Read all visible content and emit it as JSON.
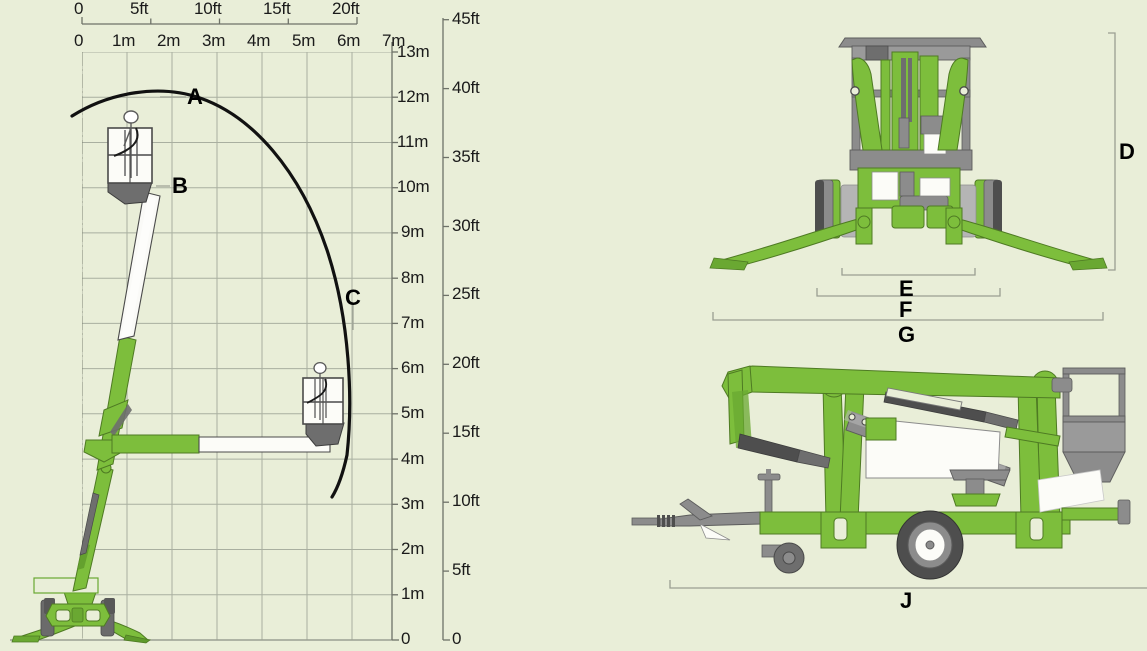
{
  "diagram": {
    "title": "Trailer-mounted articulated boom lift working envelope",
    "background_color": "#E9EED8",
    "machine_green": "#7DBE3C",
    "machine_green_dark": "#6AA832",
    "machine_gray": "#8C8C8C",
    "machine_gray_dark": "#595959",
    "grid_color": "#A9AFA0",
    "envelope_color": "#000000"
  },
  "envelope_view": {
    "top_scale": {
      "unit": "ft",
      "ticks": [
        {
          "label": "0",
          "value": 0
        },
        {
          "label": "5ft",
          "value": 5
        },
        {
          "label": "10ft",
          "value": 10
        },
        {
          "label": "15ft",
          "value": 15
        },
        {
          "label": "20ft",
          "value": 20
        }
      ]
    },
    "horizontal_scale": {
      "unit": "m",
      "ticks": [
        {
          "label": "0",
          "value": 0
        },
        {
          "label": "1m",
          "value": 1
        },
        {
          "label": "2m",
          "value": 2
        },
        {
          "label": "3m",
          "value": 3
        },
        {
          "label": "4m",
          "value": 4
        },
        {
          "label": "5m",
          "value": 5
        },
        {
          "label": "6m",
          "value": 6
        },
        {
          "label": "7m",
          "value": 7
        }
      ]
    },
    "vertical_scale_m": {
      "unit": "m",
      "ticks": [
        {
          "label": "0",
          "value": 0
        },
        {
          "label": "1m",
          "value": 1
        },
        {
          "label": "2m",
          "value": 2
        },
        {
          "label": "3m",
          "value": 3
        },
        {
          "label": "4m",
          "value": 4
        },
        {
          "label": "5m",
          "value": 5
        },
        {
          "label": "6m",
          "value": 6
        },
        {
          "label": "7m",
          "value": 7
        },
        {
          "label": "8m",
          "value": 8
        },
        {
          "label": "9m",
          "value": 9
        },
        {
          "label": "10m",
          "value": 10
        },
        {
          "label": "11m",
          "value": 11
        },
        {
          "label": "12m",
          "value": 12
        },
        {
          "label": "13m",
          "value": 13
        }
      ]
    },
    "vertical_scale_ft": {
      "unit": "ft",
      "ticks": [
        {
          "label": "0",
          "value": 0
        },
        {
          "label": "5ft",
          "value": 5
        },
        {
          "label": "10ft",
          "value": 10
        },
        {
          "label": "15ft",
          "value": 15
        },
        {
          "label": "20ft",
          "value": 20
        },
        {
          "label": "25ft",
          "value": 25
        },
        {
          "label": "30ft",
          "value": 30
        },
        {
          "label": "35ft",
          "value": 35
        },
        {
          "label": "40ft",
          "value": 40
        },
        {
          "label": "45ft",
          "value": 45
        }
      ]
    },
    "callouts": [
      {
        "id": "A",
        "label": "A",
        "meaning": "max-working-height"
      },
      {
        "id": "B",
        "label": "B",
        "meaning": "platform-floor-height"
      },
      {
        "id": "C",
        "label": "C",
        "meaning": "max-outreach"
      }
    ]
  },
  "front_view": {
    "callouts": [
      {
        "id": "D",
        "label": "D",
        "meaning": "stowed-height"
      },
      {
        "id": "E",
        "label": "E",
        "meaning": "chassis-width"
      },
      {
        "id": "F",
        "label": "F",
        "meaning": "track-width"
      },
      {
        "id": "G",
        "label": "G",
        "meaning": "outrigger-spread-width"
      }
    ]
  },
  "side_view": {
    "callouts": [
      {
        "id": "J",
        "label": "J",
        "meaning": "overall-stowed-length"
      }
    ]
  }
}
